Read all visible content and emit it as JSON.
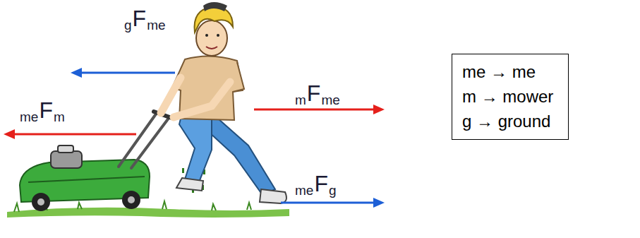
{
  "diagram": {
    "nodes": [
      {
        "text": [
          "me → me",
          "m → mower",
          "g → ground"
        ]
      }
    ],
    "labels": [
      "g",
      "F",
      "me",
      "me",
      "F",
      "m",
      "m",
      "F",
      "me",
      "me",
      "F",
      "g"
    ]
  }
}
